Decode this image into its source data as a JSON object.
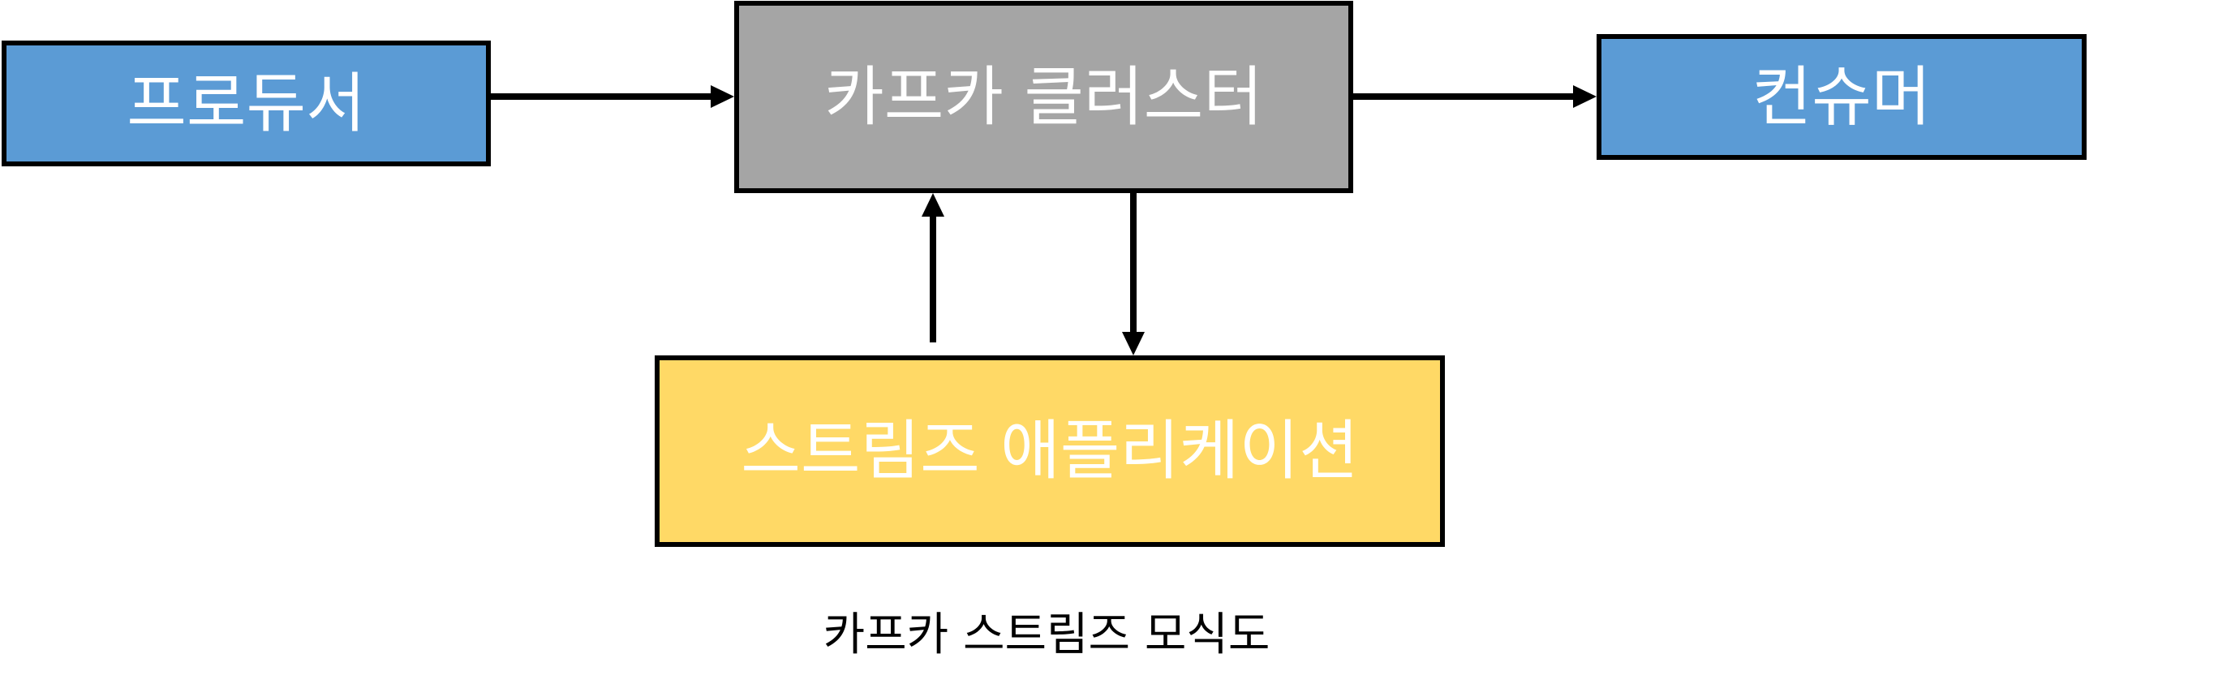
{
  "nodes": {
    "producer": {
      "label": "프로듀서",
      "fill": "#5B9BD5"
    },
    "cluster": {
      "label": "카프카 클러스터",
      "fill": "#A5A5A5"
    },
    "consumer": {
      "label": "컨슈머",
      "fill": "#5B9BD5"
    },
    "streams_app": {
      "label": "스트림즈 애플리케이션",
      "fill": "#FFD966"
    }
  },
  "caption": "카프카 스트림즈 모식도",
  "colors": {
    "border": "#000000",
    "arrow": "#000000",
    "text_on_box": "#FFFFFF",
    "caption_text": "#000000"
  }
}
